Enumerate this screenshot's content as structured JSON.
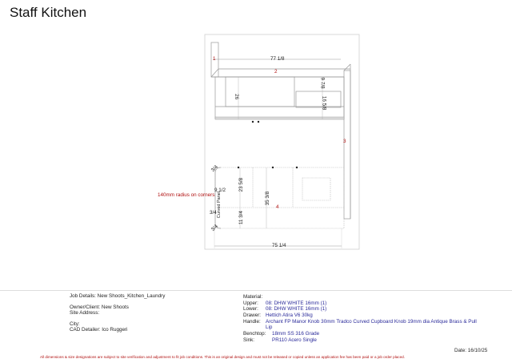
{
  "title": "Staff Kitchen",
  "drawing": {
    "labels": {
      "item1": "1",
      "item2": "2",
      "item3": "3",
      "item4": "4"
    },
    "dimensions": {
      "top_width": "77 1/8",
      "bottom_width": "75 1/4",
      "upper_height": "26",
      "upper_right_top": "9 7/8",
      "upper_right_bottom": "16 5/8",
      "lower_left": "23 5/8",
      "lower_mid": "35 3/8",
      "lower_bottom": "11 3/4",
      "side_upper": "9 1/2",
      "side_lower": "3/4",
      "corner_top": "3/4",
      "corner_bottom": "3/4"
    },
    "notes": {
      "curved_panel": "Curved Panel",
      "radius_note": "140mm radius on corners"
    }
  },
  "job": {
    "details": "Job Details: New Shoots_Kitchen_Laundry",
    "owner": "Owner/Client: New Shoots",
    "site": "Site Address:",
    "city": "City:",
    "detailer": "CAD Detailer: Ico Ruggeri"
  },
  "materials": {
    "heading": "Material:",
    "rows": [
      {
        "label": "Upper:",
        "value": "08: DHW WHITE 16mm (1)"
      },
      {
        "label": "Lower:",
        "value": "08: DHW WHITE 16mm (1)"
      },
      {
        "label": "Drawer:",
        "value": "Hettich Atira V6 30kg"
      },
      {
        "label": "Handle:",
        "value": "Archant FP Manor Knob 30mm Tradco Curved Cupboard Knob 19mm dia Antique Brass & Pull",
        "value2": "Lip"
      },
      {
        "label": "Benchtop:",
        "value": "18mm SS 316 Grade"
      },
      {
        "label": "Sink:",
        "value": "PR110 Acero Single"
      }
    ]
  },
  "footer": {
    "date": "Date: 16/10/25",
    "disclaimer": "All dimensions & size designations are subject to site verification and adjustment to fit job conditions. This is an original design and must not be released or copied unless an application fee has been paid or a job order placed."
  },
  "colors": {
    "label_red": "#b01010",
    "value_blue": "#2a2a9a",
    "line_gray": "#888888"
  }
}
